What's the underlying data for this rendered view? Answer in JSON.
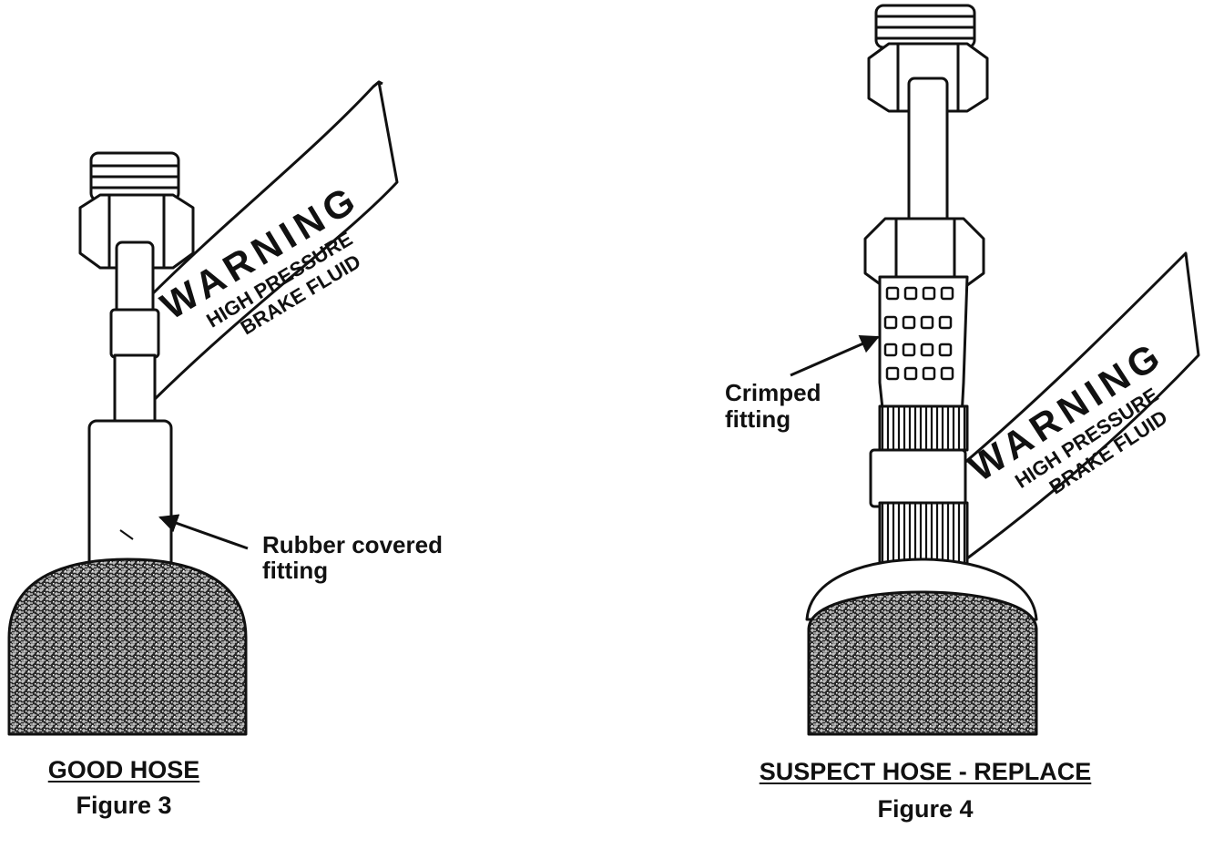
{
  "figure3": {
    "tag_warning": "WARNING",
    "tag_line1": "HIGH PRESSURE",
    "tag_line2": "BRAKE FLUID",
    "callout_line1": "Rubber covered",
    "callout_line2": "fitting",
    "caption_title": "GOOD HOSE",
    "caption_figure": "Figure 3"
  },
  "figure4": {
    "tag_warning": "WARNING",
    "tag_line1": "HIGH PRESSURE",
    "tag_line2": "BRAKE FLUID",
    "callout_line1": "Crimped",
    "callout_line2": "fitting",
    "caption_title": "SUSPECT HOSE - REPLACE",
    "caption_figure": "Figure 4"
  },
  "colors": {
    "ink": "#111111",
    "paper": "#ffffff"
  }
}
